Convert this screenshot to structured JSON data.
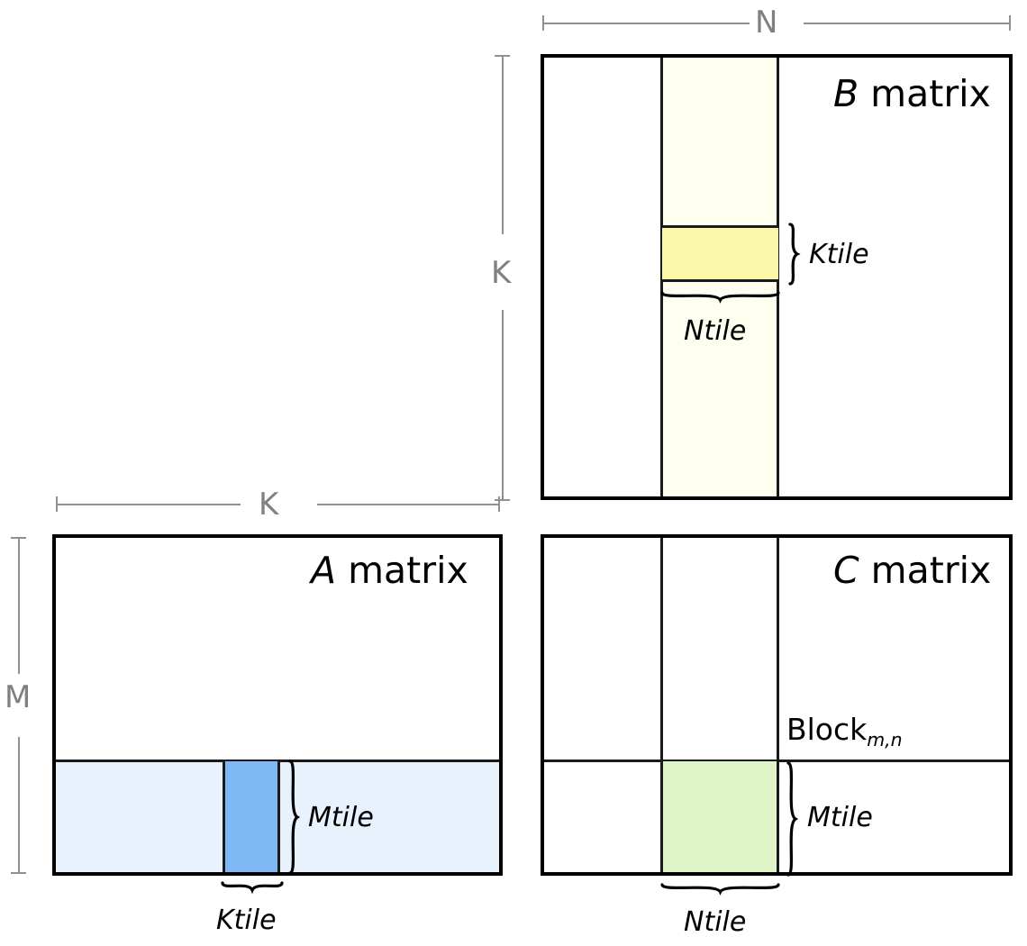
{
  "diagram": {
    "title": "Blocked matrix multiplication tiling diagram",
    "colors": {
      "outline": "#000000",
      "divider": "#1a1a1a",
      "dimension_rule": "#909090",
      "dimension_text": "#808080",
      "b_column_band": "#fffff0",
      "b_ktile": "#faf7a8",
      "a_row_band": "#e8f2fd",
      "a_ktile": "#7fb8f5",
      "c_block": "#dff5c8",
      "text": "#000000"
    }
  },
  "matrices": {
    "a": {
      "name_italic": "A",
      "name_rest": " matrix",
      "dim_width_label": "K",
      "dim_height_label": "M",
      "tile_width_label": "Ktile",
      "tile_height_label": "Mtile"
    },
    "b": {
      "name_italic": "B",
      "name_rest": " matrix",
      "dim_width_label": "N",
      "dim_height_label": "K",
      "tile_width_label": "Ntile",
      "tile_height_label": "Ktile"
    },
    "c": {
      "name_italic": "C",
      "name_rest": " matrix",
      "block_label_base": "Block",
      "block_label_sub": "m,n",
      "tile_width_label": "Ntile",
      "tile_height_label": "Mtile"
    }
  }
}
